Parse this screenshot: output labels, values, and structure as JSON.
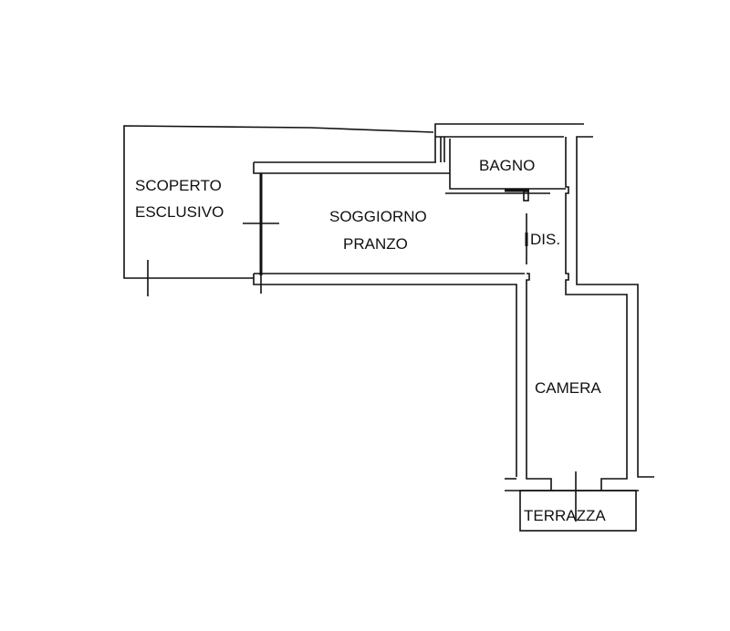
{
  "plan": {
    "rooms": {
      "scoperto_line1": "SCOPERTO",
      "scoperto_line2": "ESCLUSIVO",
      "soggiorno_line1": "SOGGIORNO",
      "soggiorno_line2": "PRANZO",
      "bagno": "BAGNO",
      "dis": "DIS.",
      "camera": "CAMERA",
      "terrazza": "TERRAZZA"
    },
    "colors": {
      "line": "#111111",
      "background": "#ffffff"
    }
  }
}
